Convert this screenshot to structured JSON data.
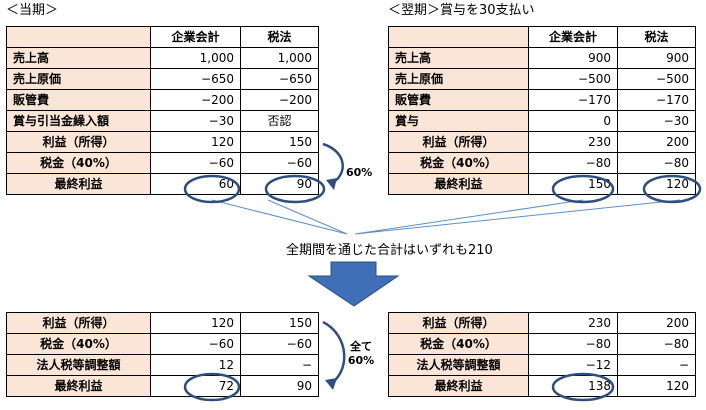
{
  "top_left": {
    "caption": "＜当期＞",
    "headers": [
      "企業会計",
      "税法"
    ],
    "rows": [
      {
        "label": "売上高",
        "corp": "1,000",
        "tax": "1,000"
      },
      {
        "label": "売上原価",
        "corp": "−650",
        "tax": "−650"
      },
      {
        "label": "販管費",
        "corp": "−200",
        "tax": "−200"
      },
      {
        "label": "賞与引当金繰入額",
        "corp": "−30",
        "tax": "否認"
      },
      {
        "label": "利益（所得）",
        "corp": "120",
        "tax": "150"
      },
      {
        "label": "税金（40%）",
        "corp": "−60",
        "tax": "−60"
      },
      {
        "label": "最終利益",
        "corp": "60",
        "tax": "90"
      }
    ]
  },
  "top_right": {
    "caption": "＜翌期＞賞与を30支払い",
    "headers": [
      "企業会計",
      "税法"
    ],
    "rows": [
      {
        "label": "売上高",
        "corp": "900",
        "tax": "900"
      },
      {
        "label": "売上原価",
        "corp": "−500",
        "tax": "−500"
      },
      {
        "label": "販管費",
        "corp": "−170",
        "tax": "−170"
      },
      {
        "label": "賞与",
        "corp": "0",
        "tax": "−30"
      },
      {
        "label": "利益（所得）",
        "corp": "230",
        "tax": "200"
      },
      {
        "label": "税金（40%）",
        "corp": "−80",
        "tax": "−80"
      },
      {
        "label": "最終利益",
        "corp": "150",
        "tax": "120"
      }
    ]
  },
  "bottom_left": {
    "rows": [
      {
        "label": "利益（所得）",
        "corp": "120",
        "tax": "150"
      },
      {
        "label": "税金（40%）",
        "corp": "−60",
        "tax": "−60"
      },
      {
        "label": "法人税等調整額",
        "corp": "12",
        "tax": "−"
      },
      {
        "label": "最終利益",
        "corp": "72",
        "tax": "90"
      }
    ]
  },
  "bottom_right": {
    "rows": [
      {
        "label": "利益（所得）",
        "corp": "230",
        "tax": "200"
      },
      {
        "label": "税金（40%）",
        "corp": "−80",
        "tax": "−80"
      },
      {
        "label": "法人税等調整額",
        "corp": "−12",
        "tax": "−"
      },
      {
        "label": "最終利益",
        "corp": "138",
        "tax": "120"
      }
    ]
  },
  "notes": {
    "rate_top": "60%",
    "rate_bottom_line1": "全て",
    "rate_bottom_line2": "60%",
    "summary": "全期間を通じた合計はいずれも210"
  },
  "colors": {
    "label_fill": "#fbe5d6",
    "highlight_ellipse": "#2e4f7e",
    "connector_line": "#5b8fc9",
    "arrow_fill": "#3f6fb6"
  }
}
